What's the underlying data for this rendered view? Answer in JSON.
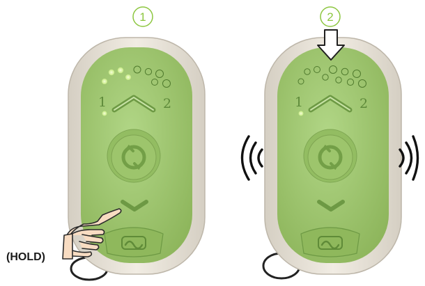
{
  "steps": [
    {
      "number": "1"
    },
    {
      "number": "2"
    }
  ],
  "hold_label": "(HOLD)",
  "remote": {
    "slot_left_label": "1",
    "slot_right_label": "2"
  },
  "colors": {
    "accent": "#8cc63f",
    "body_green": "#9cc46a",
    "shell": "#e7e1d6",
    "led_on": "#d8f5a0"
  },
  "icons": [
    "step-circle-icon",
    "up-chevron-icon",
    "down-chevron-icon",
    "sync-icon",
    "wave-icon",
    "press-arrow-icon",
    "vibration-icon",
    "key-ring-icon",
    "pointing-hand-icon"
  ]
}
